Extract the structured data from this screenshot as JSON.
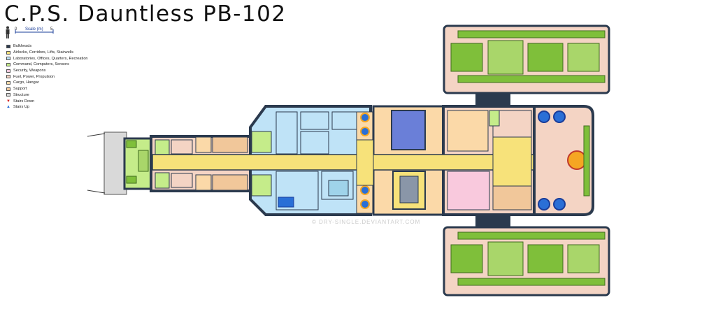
{
  "title": "C.P.S. Dauntless PB-102",
  "scale": {
    "label": "Scale (m)",
    "start": "0",
    "end": "5"
  },
  "legend": [
    {
      "label": "Bulkheads",
      "color": "#2b3a4e",
      "kind": "swatch"
    },
    {
      "label": "Airlocks, Corridors, Lifts, Stairwells",
      "color": "#f7e27a",
      "kind": "swatch"
    },
    {
      "label": "Laboratories, Offices, Quarters, Recreation",
      "color": "#bfe3f7",
      "kind": "swatch"
    },
    {
      "label": "Command, Computers, Sensors",
      "color": "#c5ec8a",
      "kind": "swatch"
    },
    {
      "label": "Security, Weapons",
      "color": "#f9c9dd",
      "kind": "swatch"
    },
    {
      "label": "Fuel, Power, Propulsion",
      "color": "#f4d4c4",
      "kind": "swatch"
    },
    {
      "label": "Cargo, Hangar",
      "color": "#fbd9a8",
      "kind": "swatch"
    },
    {
      "label": "Support",
      "color": "#f1c79a",
      "kind": "swatch"
    },
    {
      "label": "Structure",
      "color": "#d9d9d9",
      "kind": "swatch"
    },
    {
      "label": "Stairs Down",
      "color": "#d42020",
      "kind": "arrow",
      "glyph": "▼"
    },
    {
      "label": "Stairs Up",
      "color": "#2a6fd6",
      "kind": "arrow",
      "glyph": "▲"
    }
  ],
  "watermark": "© DRY-SINGLE.DEVIANTART.COM",
  "colors": {
    "bulkhead": "#2b3a4e",
    "corridor": "#f7e27a",
    "quarters": "#bfe3f7",
    "command": "#c5ec8a",
    "security": "#f9c9dd",
    "power": "#f4d4c4",
    "cargo": "#fbd9a8",
    "support": "#f1c79a",
    "structure": "#d9d9d9",
    "engine_green": "#7fbf3a",
    "engine_dark": "#3f6b1e"
  }
}
